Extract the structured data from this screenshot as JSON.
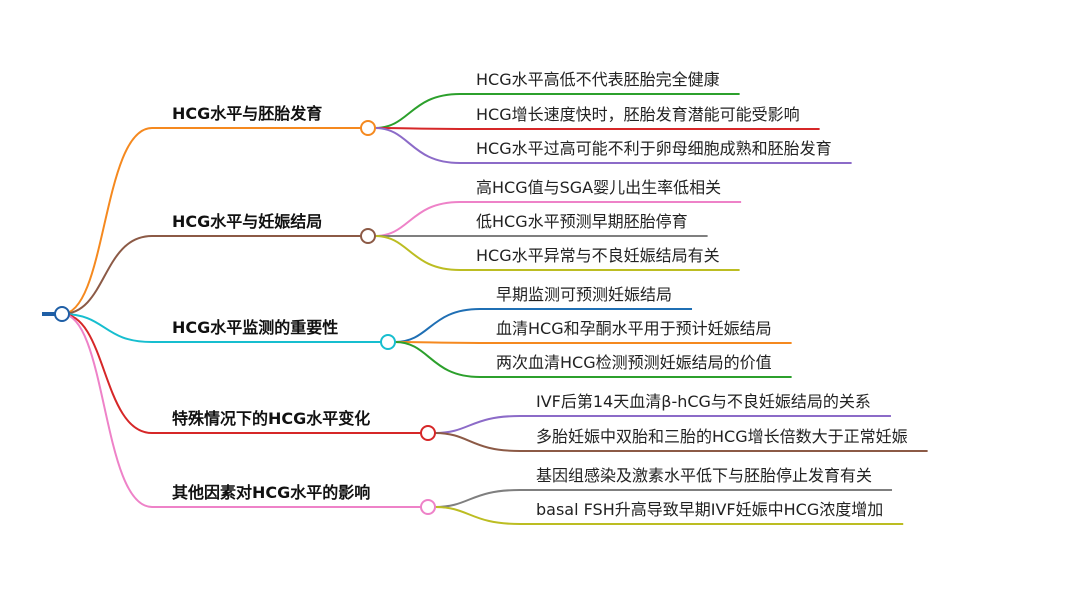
{
  "mindmap": {
    "root_color": "#1f5fa6",
    "branches": [
      {
        "label": "HCG水平与胚胎发育",
        "color": "#f5891f",
        "leaves": [
          {
            "label": "HCG水平高低不代表胚胎完全健康",
            "color": "#2ca02c"
          },
          {
            "label": "HCG增长速度快时，胚胎发育潜能可能受影响",
            "color": "#d62728"
          },
          {
            "label": "HCG水平过高可能不利于卵母细胞成熟和胚胎发育",
            "color": "#8c6bc8"
          }
        ]
      },
      {
        "label": "HCG水平与妊娠结局",
        "color": "#8c5a46",
        "leaves": [
          {
            "label": "高HCG值与SGA婴儿出生率低相关",
            "color": "#ee82c8"
          },
          {
            "label": "低HCG水平预测早期胚胎停育",
            "color": "#7f7f7f"
          },
          {
            "label": "HCG水平异常与不良妊娠结局有关",
            "color": "#bcbd22"
          }
        ]
      },
      {
        "label": "HCG水平监测的重要性",
        "color": "#17becf",
        "leaves": [
          {
            "label": "早期监测可预测妊娠结局",
            "color": "#1f6fb4"
          },
          {
            "label": "血清HCG和孕酮水平用于预计妊娠结局",
            "color": "#f5891f"
          },
          {
            "label": "两次血清HCG检测预测妊娠结局的价值",
            "color": "#2ca02c"
          }
        ]
      },
      {
        "label": "特殊情况下的HCG水平变化",
        "color": "#d62728",
        "leaves": [
          {
            "label": "IVF后第14天血清β-hCG与不良妊娠结局的关系",
            "color": "#8c6bc8"
          },
          {
            "label": "多胎妊娠中双胎和三胎的HCG增长倍数大于正常妊娠",
            "color": "#8c5a46"
          }
        ]
      },
      {
        "label": "其他因素对HCG水平的影响",
        "color": "#ee82c8",
        "leaves": [
          {
            "label": "基因组感染及激素水平低下与胚胎停止发育有关",
            "color": "#7f7f7f"
          },
          {
            "label": "basal FSH升高导致早期IVF妊娠中HCG浓度增加",
            "color": "#bcbd22"
          }
        ]
      }
    ]
  }
}
